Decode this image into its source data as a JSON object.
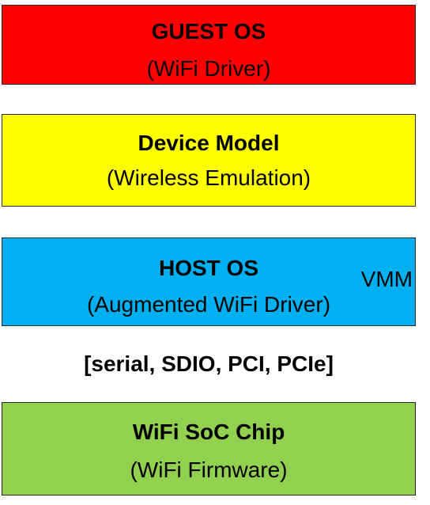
{
  "colors": {
    "guest_fill": "#ff0000",
    "device_fill": "#ffff00",
    "host_fill": "#00b0f0",
    "soc_fill": "#92d050",
    "border": "#2b2b2b",
    "text": "#000000"
  },
  "layers": {
    "guest": {
      "title": "GUEST OS",
      "subtitle": "(WiFi Driver)"
    },
    "device": {
      "title": "Device Model",
      "subtitle": "(Wireless Emulation)"
    },
    "host": {
      "title": "HOST OS",
      "subtitle": "(Augmented WiFi Driver)",
      "side_label": "VMM"
    },
    "soc": {
      "title": "WiFi SoC Chip",
      "subtitle": "(WiFi Firmware)"
    }
  },
  "interface_label": "[serial, SDIO, PCI, PCIe]"
}
